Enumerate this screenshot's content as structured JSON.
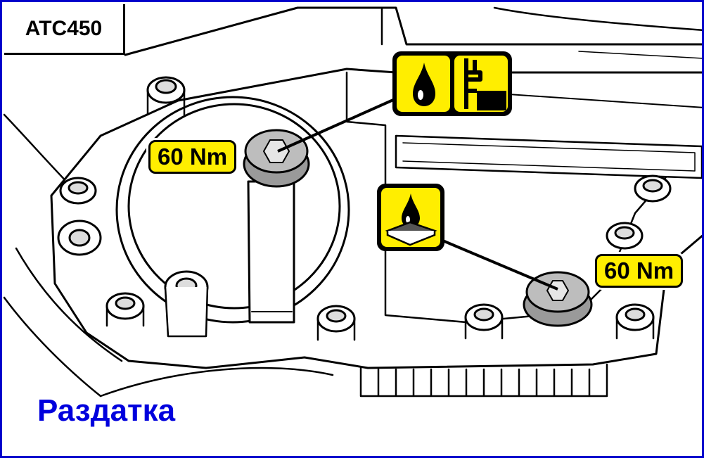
{
  "model": "ATC450",
  "torque_fill": "60 Nm",
  "torque_drain": "60 Nm",
  "caption": "Раздатка",
  "colors": {
    "frame": "#0000cc",
    "caption": "#0000dd",
    "label_fill": "#ffee00"
  },
  "icons": [
    "oil-drop-icon",
    "oil-level-icon",
    "oil-drain-icon"
  ]
}
